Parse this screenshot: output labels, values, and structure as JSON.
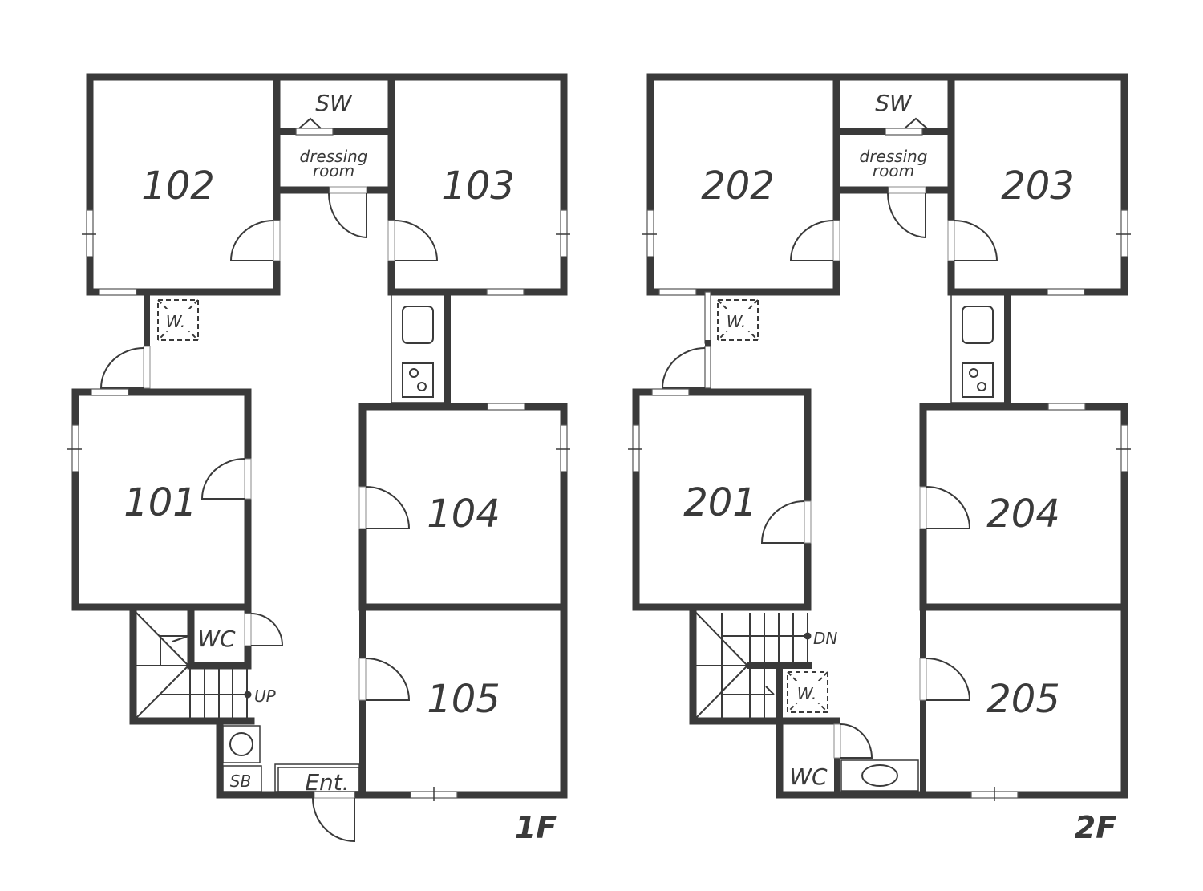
{
  "floor_1": {
    "label": "1F",
    "rooms": {
      "r101": "101",
      "r102": "102",
      "r103": "103",
      "r104": "104",
      "r105": "105"
    },
    "sw": "SW",
    "dressing_line1": "dressing",
    "dressing_line2": "room",
    "washer": "W.",
    "wc": "WC",
    "stairs": "UP",
    "shoe_box": "SB",
    "entrance": "Ent."
  },
  "floor_2": {
    "label": "2F",
    "rooms": {
      "r201": "201",
      "r202": "202",
      "r203": "203",
      "r204": "204",
      "r205": "205"
    },
    "sw": "SW",
    "dressing_line1": "dressing",
    "dressing_line2": "room",
    "washer_top": "W.",
    "washer_bottom": "W.",
    "wc": "WC",
    "stairs": "DN"
  },
  "colors": {
    "wall": "#3a3a3a",
    "background": "#ffffff"
  }
}
